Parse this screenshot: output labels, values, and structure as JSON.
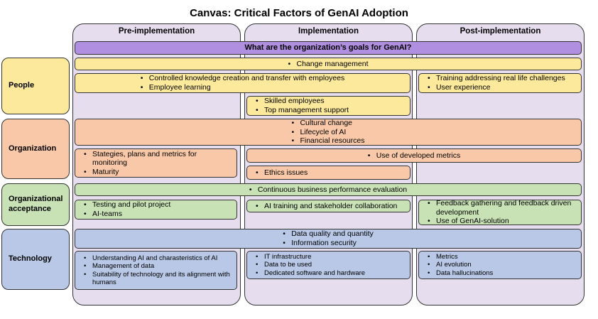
{
  "title": "Canvas: Critical Factors of GenAI Adoption",
  "columns": [
    "Pre-implementation",
    "Implementation",
    "Post-implementation"
  ],
  "rows": [
    "People",
    "Organization",
    "Organizational acceptance",
    "Technology"
  ],
  "goals": "What are the organization’s goals for GenAI?",
  "people": {
    "span": [
      "Change management"
    ],
    "pre_impl": [
      "Controlled knowledge creation and transfer with employees",
      "Employee learning"
    ],
    "impl": [
      "Skilled employees",
      "Top management support"
    ],
    "post": [
      "Training addressing real life challenges",
      "User experience"
    ]
  },
  "organization": {
    "span": [
      "Cultural change",
      "Lifecycle of AI",
      "Financial resources"
    ],
    "pre": [
      "Stategies, plans and metrics for monitoring",
      "Maturity"
    ],
    "impl_post": [
      "Use of developed metrics"
    ],
    "impl": [
      "Ethics issues"
    ]
  },
  "acceptance": {
    "span": [
      "Continuous business performance evaluation"
    ],
    "pre": [
      "Testing and pilot project",
      "AI-teams"
    ],
    "impl": [
      "AI training and stakeholder collaboration"
    ],
    "post": [
      "Feedback gathering and feedback driven development",
      "Use of GenAI-solution"
    ]
  },
  "technology": {
    "span": [
      "Data quality and quantity",
      "Information security"
    ],
    "pre": [
      "Understanding AI and charasteristics of AI",
      "Management of data",
      "Suitability of technology and its alignment with humans"
    ],
    "impl": [
      "IT infrastructure",
      "Data to be used",
      "Dedicated software and hardware"
    ],
    "post": [
      "Metrics",
      "AI evolution",
      "Data hallucinations"
    ]
  }
}
